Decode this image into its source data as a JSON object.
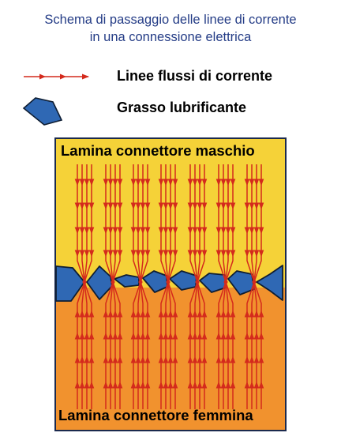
{
  "title": {
    "line1": "Schema di passaggio delle linee di corrente",
    "line2": "in una connessione elettrica"
  },
  "legend": {
    "current_lines_label": "Linee flussi di corrente",
    "grease_label": "Grasso lubrificante",
    "current_lines_icon": "red-arrow-line-icon",
    "grease_icon": "blue-pentagon-icon"
  },
  "panels": {
    "top_label": "Lamina connettore maschio",
    "bottom_label": "Lamina connettore femmina"
  },
  "colors": {
    "title": "#243c86",
    "current_lines": "#d42a1c",
    "grease_fill": "#2f68b4",
    "grease_stroke": "#0f1e33",
    "male_plate": "#f5d238",
    "female_plate": "#f1922e",
    "frame": "#1b2a4e"
  }
}
